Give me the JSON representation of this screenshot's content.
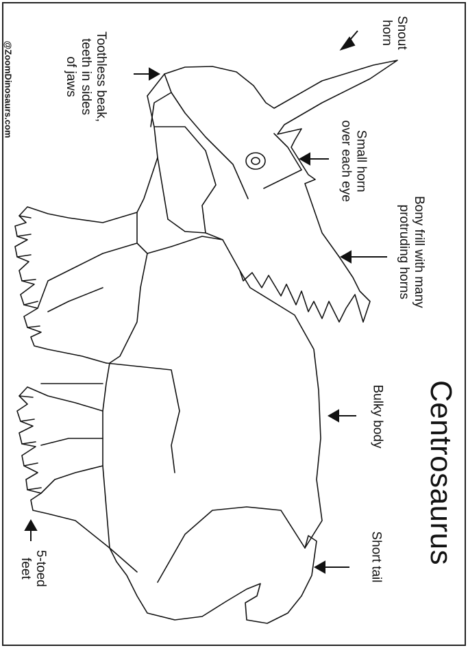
{
  "title": "Centrosaurus",
  "copyright": "@ZoomDinosaurs.com",
  "labels": {
    "snout_horn": [
      "Snout",
      "horn"
    ],
    "beak": [
      "Toothless beak,",
      "teeth in sides",
      "of jaws"
    ],
    "small_horn": [
      "Small horn",
      "over each eye"
    ],
    "frill": [
      "Bony frill with many",
      "protruding horns"
    ],
    "body": [
      "Bulky body"
    ],
    "tail": [
      "Short tail"
    ],
    "feet": [
      "5-toed",
      "feet"
    ]
  }
}
